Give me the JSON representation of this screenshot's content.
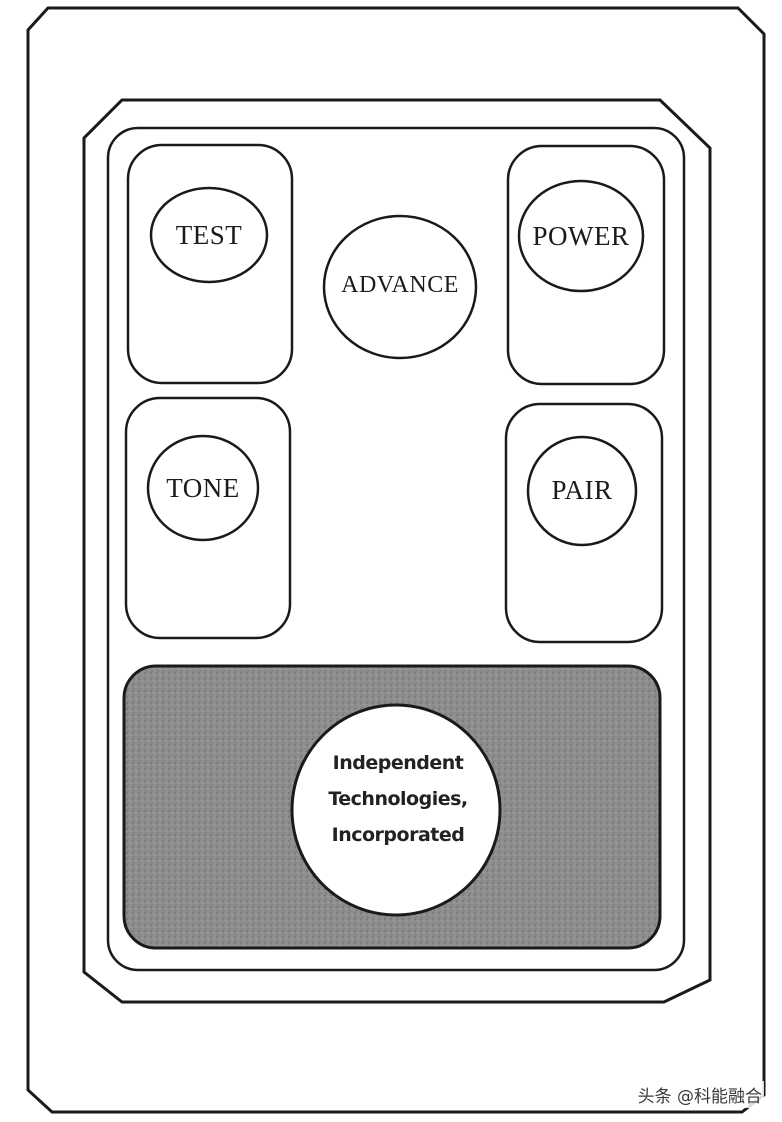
{
  "buttons": {
    "test": "TEST",
    "advance": "ADVANCE",
    "power": "POWER",
    "tone": "TONE",
    "pair": "PAIR"
  },
  "logo": {
    "line1": "Independent",
    "line2": "Technologies,",
    "line3": "Incorporated"
  },
  "watermark": "头条 @科能融合",
  "colors": {
    "outline": "#1a1a1a",
    "logo_panel": "#8a8a8a",
    "background": "#ffffff"
  }
}
